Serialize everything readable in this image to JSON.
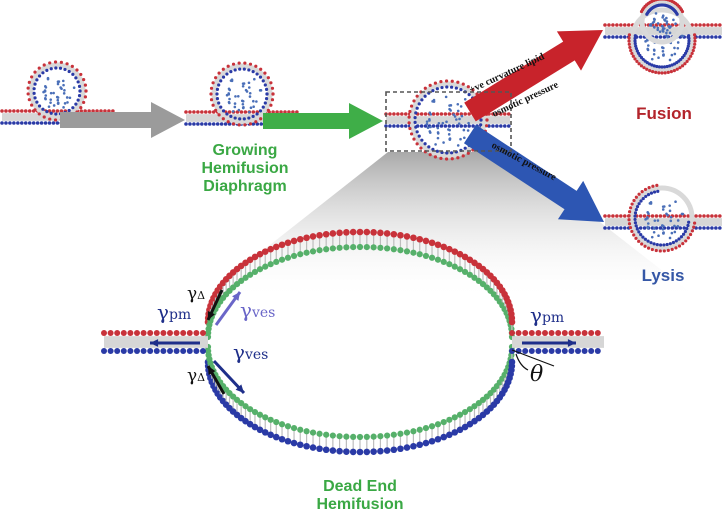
{
  "labels": {
    "growing": [
      "Growing",
      "Hemifusion",
      "Diaphragm"
    ],
    "fusion": "Fusion",
    "lysis": "Lysis",
    "dead_end": [
      "Dead End",
      "Hemifusion"
    ]
  },
  "arrow_texts": {
    "curvature": "+ve curvature lipid",
    "osmotic_upper": "osmotic pressure",
    "osmotic_lower": "osmotic pressure"
  },
  "symbols": {
    "gamma_pm": "γ",
    "pm_sub": "pm",
    "gamma_ves": "γ",
    "ves_sub": "ves",
    "gamma_delta": "γ",
    "delta_sub": "Δ",
    "theta": "θ"
  },
  "colors": {
    "green_label": "#3aa844",
    "red_label": "#b3242b",
    "blue_label": "#3557a6",
    "arrow_gray": "#9b9b9b",
    "arrow_green": "#3fae48",
    "arrow_red": "#c8232b",
    "arrow_blue": "#2d56b3",
    "lipid_red": "#c8323a",
    "lipid_blue": "#2a3aa6",
    "lipid_green": "#56b06a",
    "content_dots": "#4a6fb8"
  },
  "icons": [
    "vesicle-icon",
    "lipid-bilayer-icon",
    "dashed-zoom-box-icon"
  ]
}
